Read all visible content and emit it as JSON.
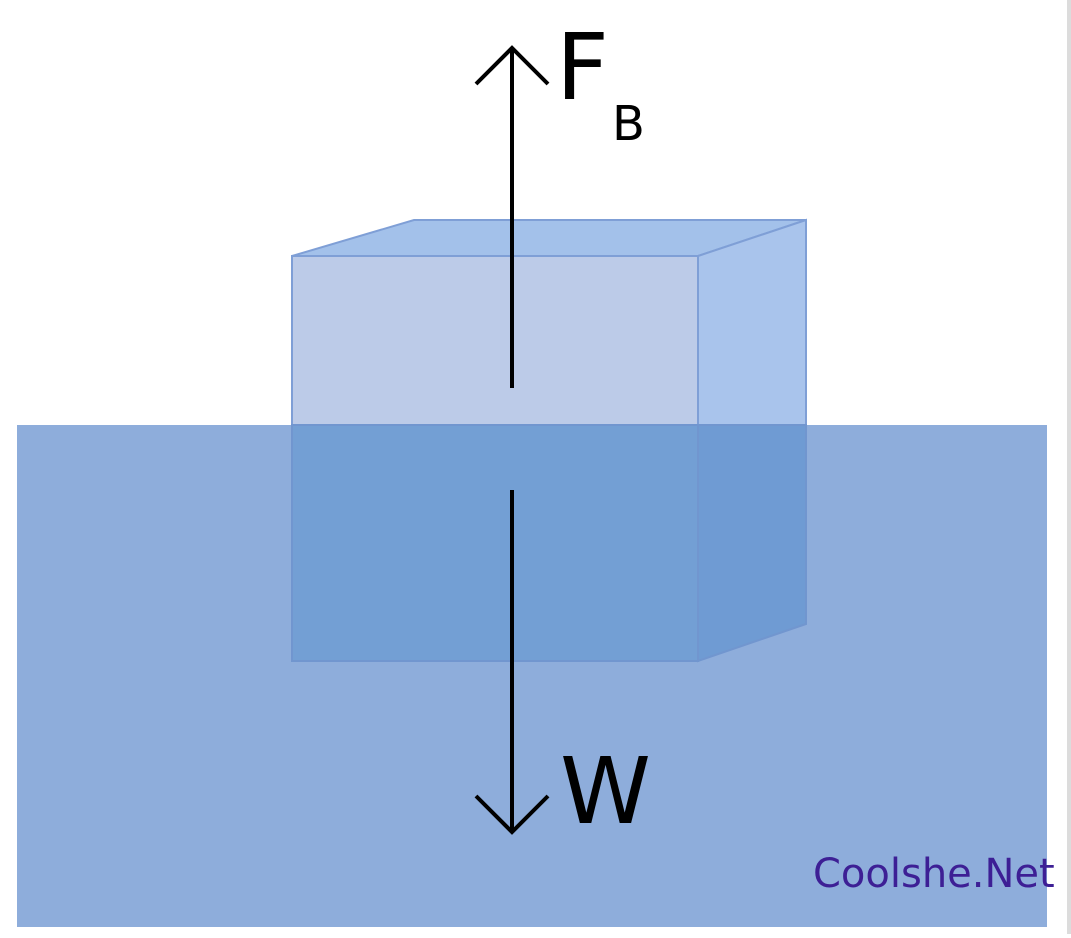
{
  "labels": {
    "buoyant_force_main": "F",
    "buoyant_force_sub": "B",
    "weight": "W"
  },
  "watermark": {
    "text": "Coolshe.Net"
  },
  "colors": {
    "water": "#8eaddb",
    "block_front_above": "#bccbe8",
    "block_top": "#a3c1ea",
    "block_side_above": "#a9c4ec",
    "block_front_below": "#739fd4",
    "block_side_below": "#6f9bd3",
    "block_edge": "#7f9fd6",
    "arrow": "#000000",
    "watermark": "#3d1f95"
  }
}
